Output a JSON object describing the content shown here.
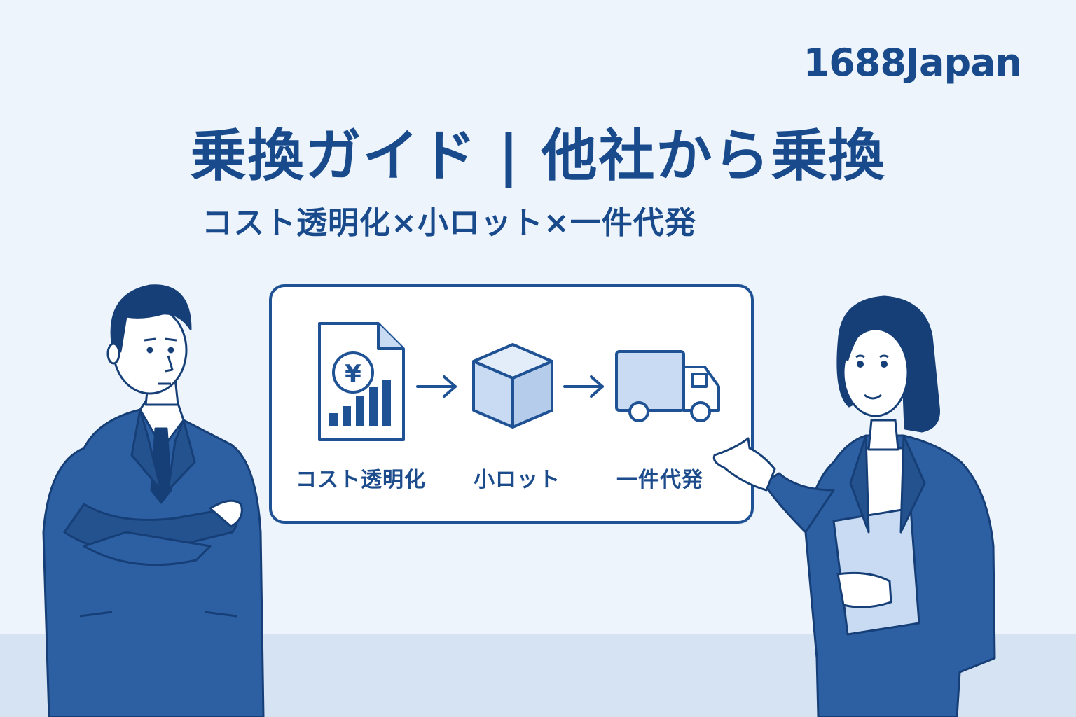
{
  "brand": {
    "name": "1688Japan"
  },
  "header": {
    "title": "乗換ガイド | 他社から乗換",
    "subtitle": "コスト透明化×小ロット×一件代発"
  },
  "board": {
    "steps": [
      {
        "label": "コスト透明化",
        "icon": "yen-document-chart-icon"
      },
      {
        "label": "小ロット",
        "icon": "box-icon"
      },
      {
        "label": "一件代発",
        "icon": "delivery-truck-icon"
      }
    ],
    "symbols": {
      "currency": "¥"
    }
  },
  "colors": {
    "background": "#eef4fb",
    "floor": "#d6e3f2",
    "navy": "#184a8c",
    "suit": "#2d5fa3",
    "light_blue": "#c9dbf2"
  }
}
